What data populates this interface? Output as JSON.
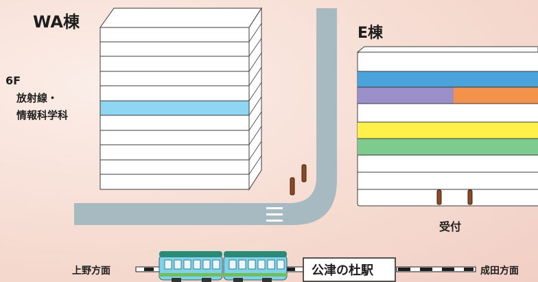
{
  "buildings": {
    "wa": {
      "name": "WA棟",
      "floor_count": 11,
      "highlighted_floor": "6F",
      "department": [
        "放射線・",
        "情報科学科"
      ],
      "highlight_color": "#8ed6f2"
    },
    "e": {
      "name": "E棟",
      "reception": "受付"
    }
  },
  "railway": {
    "station": "公津の杜駅",
    "west_direction": "上野方面",
    "east_direction": "成田方面",
    "train_colors": {
      "roof": "#2a8a78",
      "body": "#7fd2e8",
      "stripe": "#6fbf5a"
    }
  },
  "colors": {
    "road": "#a7b9c1",
    "e_floor_bands": [
      "#ffffff",
      "#4ba3dc",
      "#9b8fca",
      "#f3934b",
      "#ffffff",
      "#fff04a",
      "#7ecb90",
      "#ffffff",
      "#ffffff",
      "#ffffff"
    ],
    "bollard": "#8b4a24"
  }
}
